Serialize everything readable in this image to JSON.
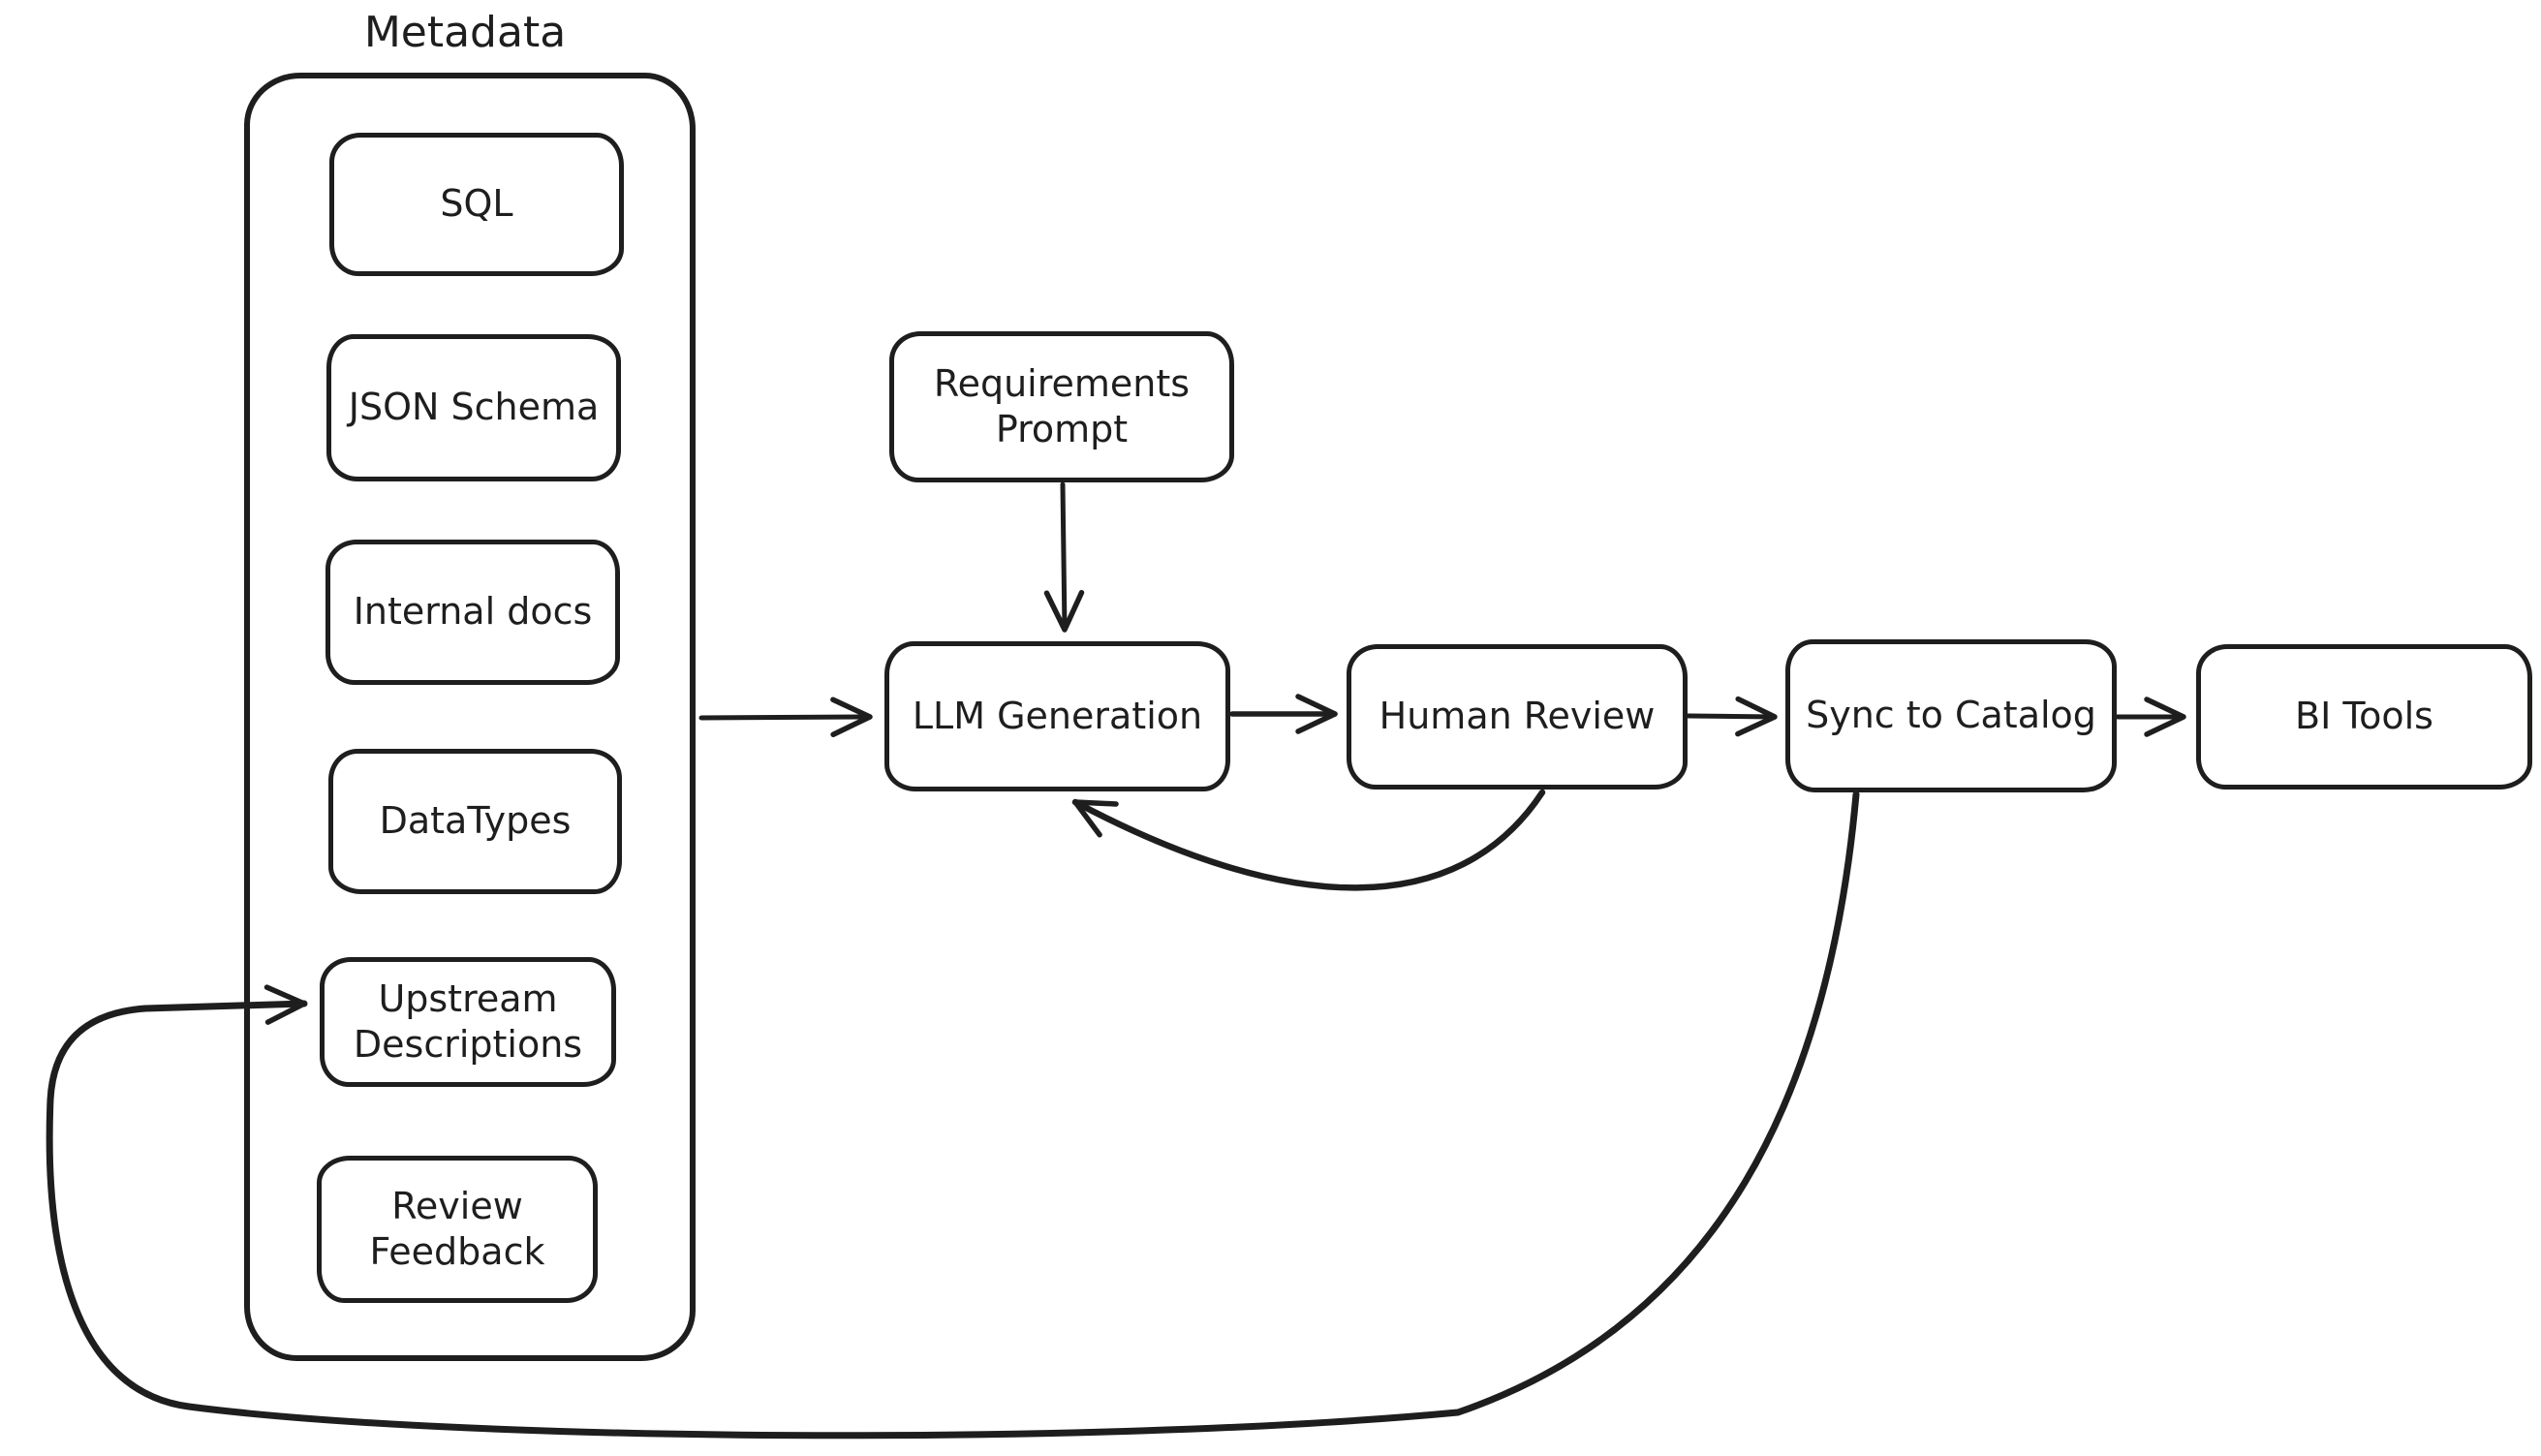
{
  "diagram": {
    "background": "#ffffff",
    "ink_color": "#1e1e1e",
    "container": {
      "title": "Metadata"
    },
    "nodes": {
      "sql": "SQL",
      "json_schema": "JSON Schema",
      "internal_docs": "Internal docs",
      "datatypes": "DataTypes",
      "upstream_descriptions": "Upstream\nDescriptions",
      "review_feedback": "Review\nFeedback",
      "requirements_prompt": "Requirements\nPrompt",
      "llm_generation": "LLM Generation",
      "human_review": "Human Review",
      "sync_to_catalog": "Sync to Catalog",
      "bi_tools": "BI Tools"
    },
    "metadata_group_members": [
      "SQL",
      "JSON Schema",
      "Internal docs",
      "DataTypes",
      "Upstream Descriptions",
      "Review Feedback"
    ],
    "edges": [
      {
        "from": "Metadata",
        "to": "LLM Generation",
        "shape": "straight",
        "arrow": true
      },
      {
        "from": "Requirements Prompt",
        "to": "LLM Generation",
        "shape": "straight",
        "arrow": true
      },
      {
        "from": "LLM Generation",
        "to": "Human Review",
        "shape": "straight",
        "arrow": true
      },
      {
        "from": "Human Review",
        "to": "Sync to Catalog",
        "shape": "straight",
        "arrow": true
      },
      {
        "from": "Sync to Catalog",
        "to": "BI Tools",
        "shape": "straight",
        "arrow": true
      },
      {
        "from": "Human Review",
        "to": "LLM Generation",
        "shape": "curved-feedback",
        "arrow": true
      },
      {
        "from": "Sync to Catalog",
        "to": "Upstream Descriptions",
        "shape": "curved-loop",
        "arrow": true
      }
    ]
  }
}
